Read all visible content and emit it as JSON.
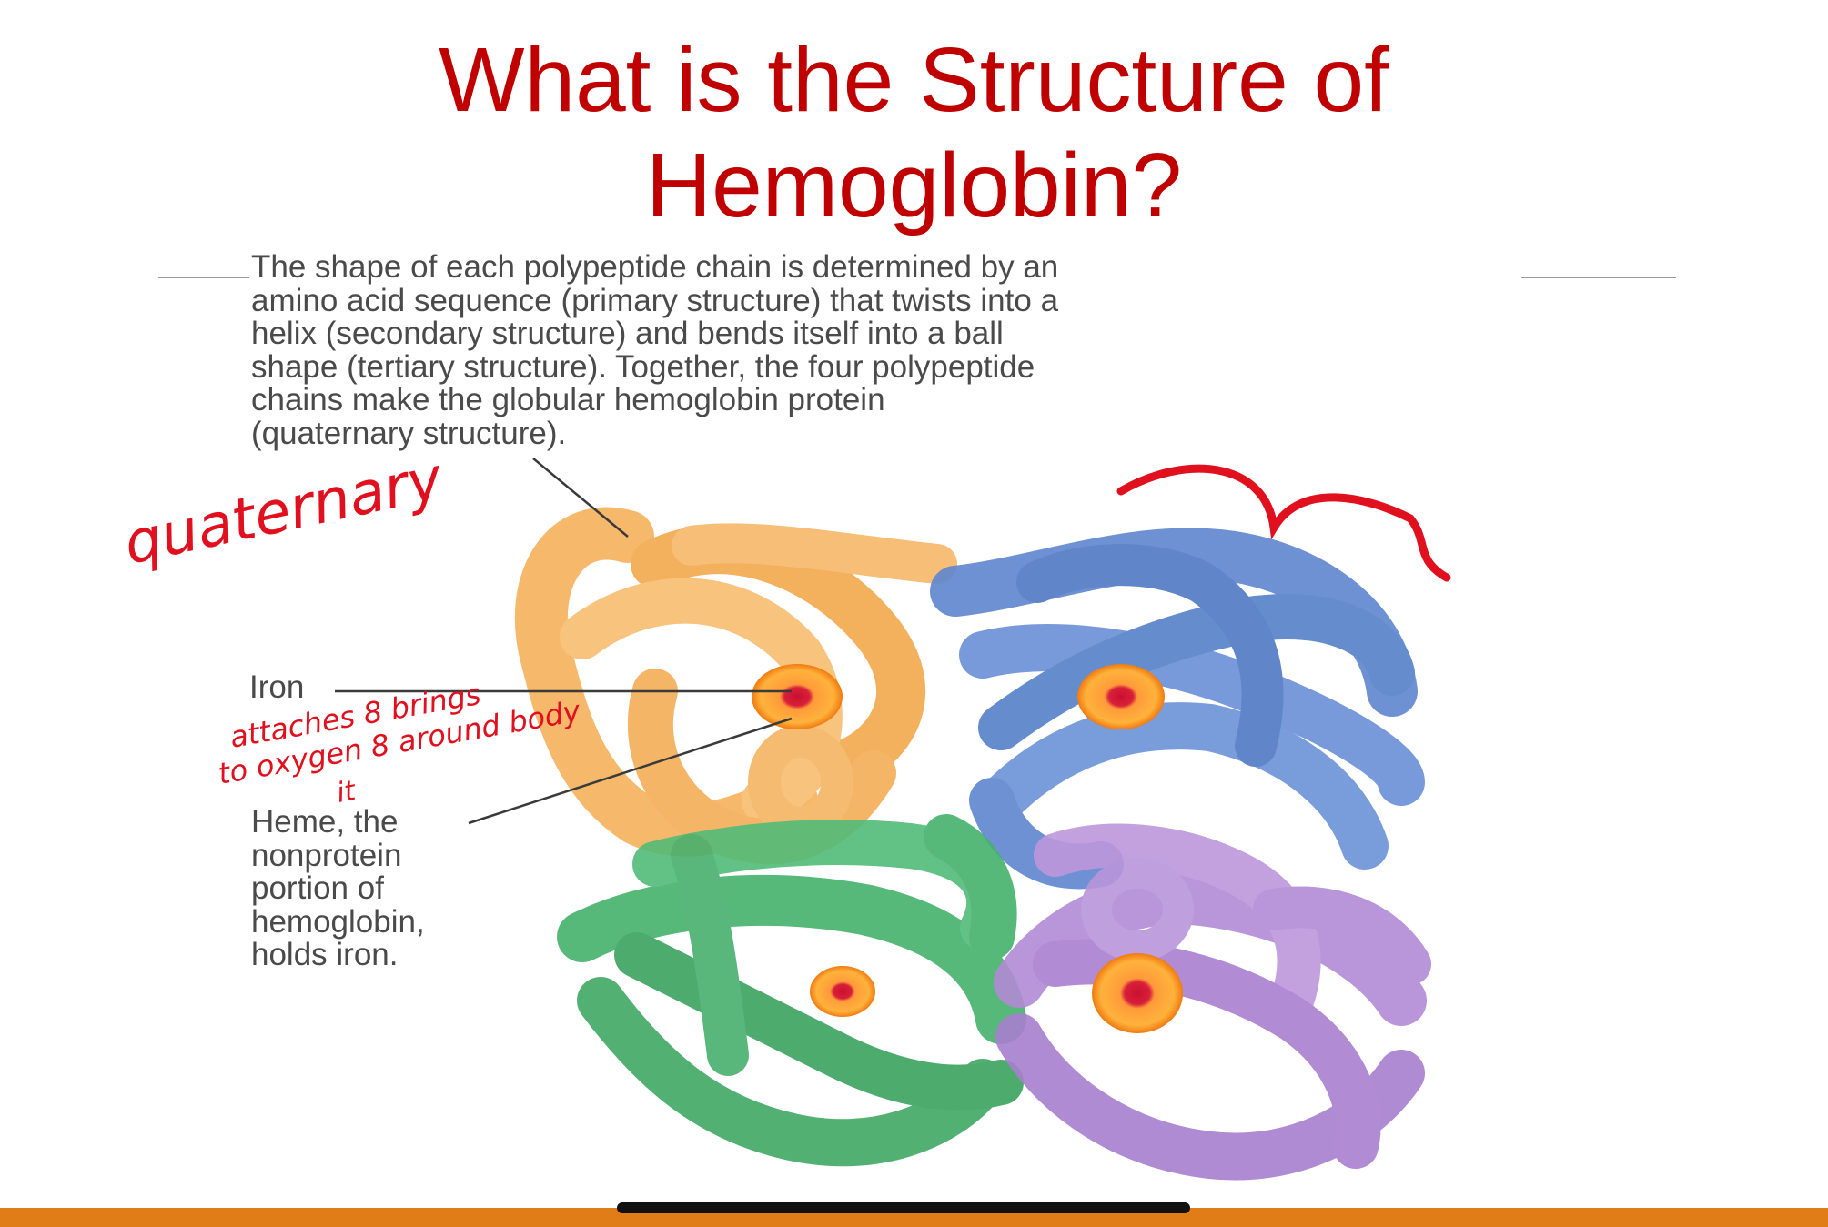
{
  "slide": {
    "title_line1": "What is the Structure of",
    "title_line2": "Hemoglobin?",
    "caption_lines": [
      "The shape of each polypeptide chain is determined by an",
      "amino acid sequence (primary structure) that twists into a",
      "helix (secondary structure) and bends itself into a ball",
      "shape (tertiary structure). Together, the four polypeptide",
      "chains make the globular hemoglobin protein",
      "(quaternary structure)."
    ],
    "label_iron": "Iron",
    "label_heme_lines": [
      "Heme, the",
      "nonprotein",
      "portion of",
      "hemoglobin,",
      "holds iron."
    ]
  },
  "annotations": {
    "quaternary": "quaternary",
    "iron_note_line1": "attaches 8 brings",
    "iron_note_line2": "to oxygen 8 around body",
    "iron_note_line3": "it"
  },
  "colors": {
    "title": "#c00000",
    "chain_orange": "#f6b15b",
    "chain_blue": "#5f86d0",
    "chain_green": "#45b26b",
    "chain_purple": "#b28ad6",
    "annotation_ink": "#e0101e",
    "bottom_bar": "#e07d16"
  },
  "icons": [
    "hemoglobin-illustration",
    "home-indicator"
  ]
}
